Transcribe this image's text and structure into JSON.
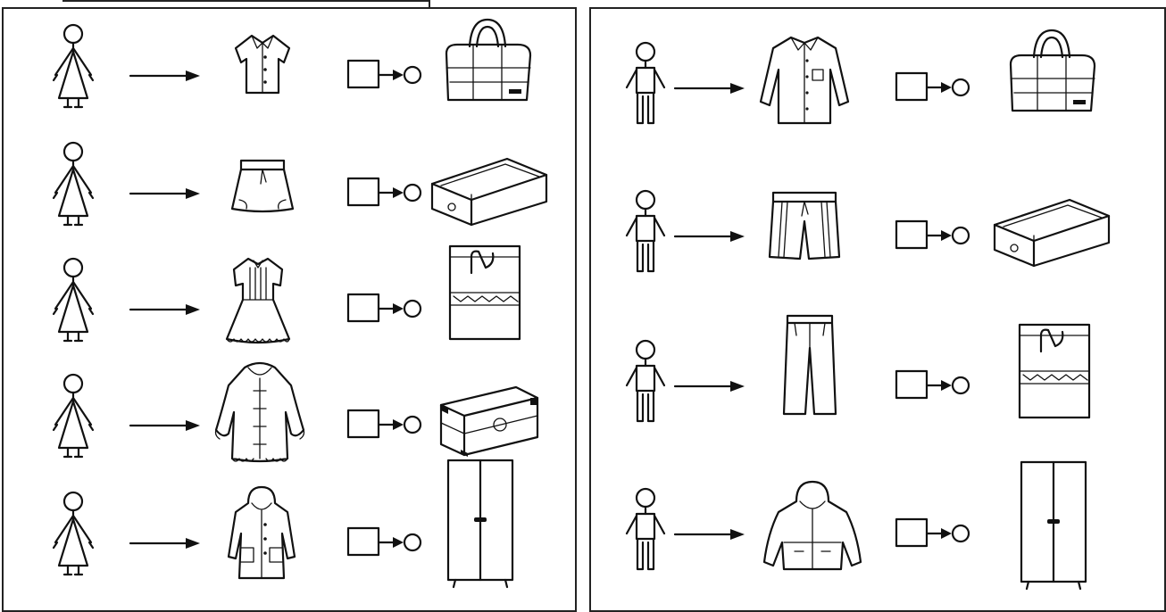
{
  "left_panel": {
    "person": "woman-figure",
    "rows": [
      {
        "garment": "blouse",
        "container": "travel-bag"
      },
      {
        "garment": "skirt",
        "container": "drawer"
      },
      {
        "garment": "dress",
        "container": "shopping-bag"
      },
      {
        "garment": "fur-coat",
        "container": "trunk"
      },
      {
        "garment": "hooded-coat",
        "container": "wardrobe"
      }
    ]
  },
  "right_panel": {
    "person": "man-figure",
    "rows": [
      {
        "garment": "shirt",
        "container": "travel-bag"
      },
      {
        "garment": "shorts",
        "container": "drawer"
      },
      {
        "garment": "trousers",
        "container": "shopping-bag"
      },
      {
        "garment": "hooded-jacket",
        "container": "wardrobe"
      }
    ]
  },
  "colors": {
    "line": "#111111",
    "background": "#ffffff"
  }
}
